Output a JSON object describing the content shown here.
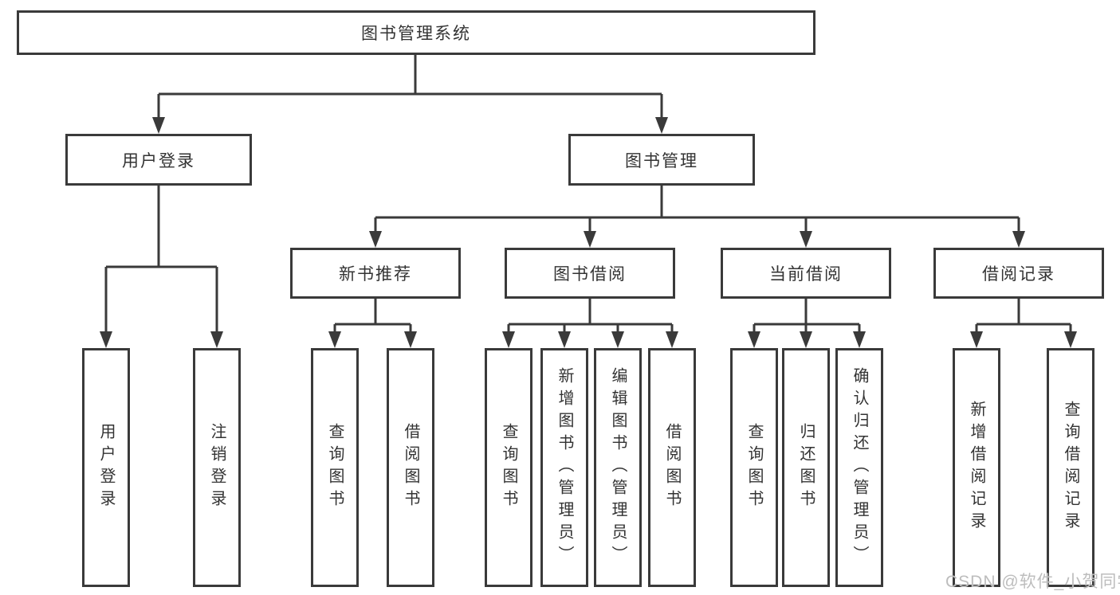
{
  "watermark": "CSDN @软件_小贺同学",
  "diagram": {
    "root": {
      "label": "图书管理系统"
    },
    "branches": [
      {
        "label": "用户登录",
        "children": [
          {
            "label": "用户登录"
          },
          {
            "label": "注销登录"
          }
        ]
      },
      {
        "label": "图书管理",
        "children": [
          {
            "label": "新书推荐",
            "children": [
              {
                "label": "查询图书"
              },
              {
                "label": "借阅图书"
              }
            ]
          },
          {
            "label": "图书借阅",
            "children": [
              {
                "label": "查询图书"
              },
              {
                "label": "新增图书（管理员）"
              },
              {
                "label": "编辑图书（管理员）"
              },
              {
                "label": "借阅图书"
              }
            ]
          },
          {
            "label": "当前借阅",
            "children": [
              {
                "label": "查询图书"
              },
              {
                "label": "归还图书"
              },
              {
                "label": "确认归还（管理员）"
              }
            ]
          },
          {
            "label": "借阅记录",
            "children": [
              {
                "label": "新增借阅记录"
              },
              {
                "label": "查询借阅记录"
              }
            ]
          }
        ]
      }
    ]
  }
}
